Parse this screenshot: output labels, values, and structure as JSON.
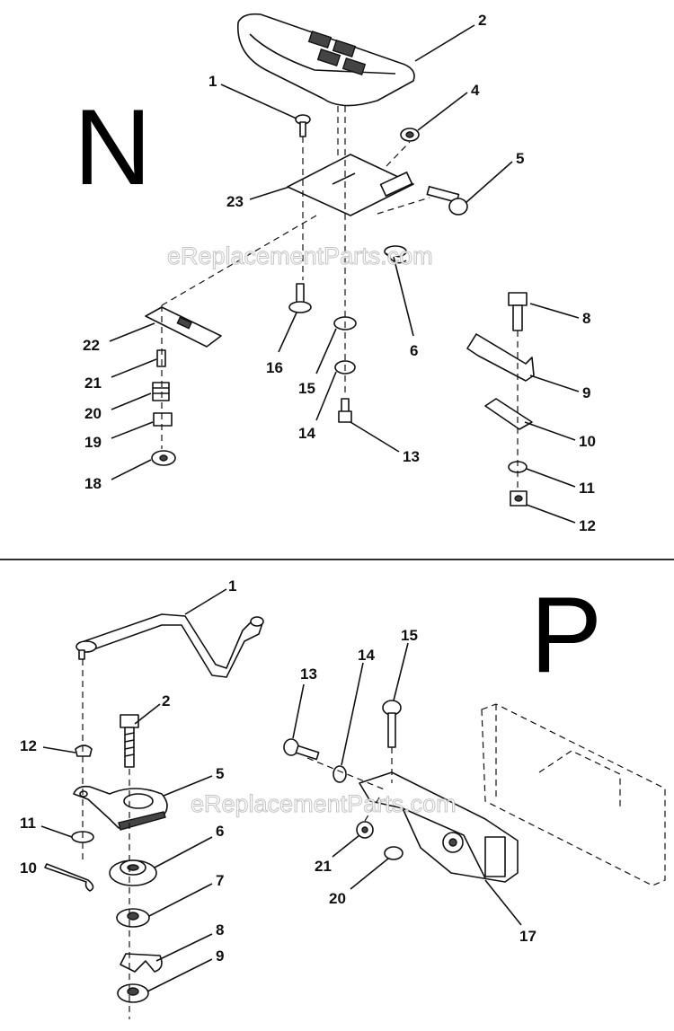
{
  "sections": [
    {
      "letter": "N",
      "parts": [
        {
          "id": "n1",
          "label": "1"
        },
        {
          "id": "n2",
          "label": "2"
        },
        {
          "id": "n4",
          "label": "4"
        },
        {
          "id": "n5",
          "label": "5"
        },
        {
          "id": "n6",
          "label": "6"
        },
        {
          "id": "n8",
          "label": "8"
        },
        {
          "id": "n9",
          "label": "9"
        },
        {
          "id": "n10",
          "label": "10"
        },
        {
          "id": "n11",
          "label": "11"
        },
        {
          "id": "n12",
          "label": "12"
        },
        {
          "id": "n13",
          "label": "13"
        },
        {
          "id": "n14",
          "label": "14"
        },
        {
          "id": "n15",
          "label": "15"
        },
        {
          "id": "n16",
          "label": "16"
        },
        {
          "id": "n18",
          "label": "18"
        },
        {
          "id": "n19",
          "label": "19"
        },
        {
          "id": "n20",
          "label": "20"
        },
        {
          "id": "n21",
          "label": "21"
        },
        {
          "id": "n22",
          "label": "22"
        },
        {
          "id": "n23",
          "label": "23"
        }
      ]
    },
    {
      "letter": "P",
      "parts": [
        {
          "id": "p1",
          "label": "1"
        },
        {
          "id": "p2",
          "label": "2"
        },
        {
          "id": "p5",
          "label": "5"
        },
        {
          "id": "p6",
          "label": "6"
        },
        {
          "id": "p7",
          "label": "7"
        },
        {
          "id": "p8",
          "label": "8"
        },
        {
          "id": "p9",
          "label": "9"
        },
        {
          "id": "p10",
          "label": "10"
        },
        {
          "id": "p11",
          "label": "11"
        },
        {
          "id": "p12",
          "label": "12"
        },
        {
          "id": "p13",
          "label": "13"
        },
        {
          "id": "p14",
          "label": "14"
        },
        {
          "id": "p15",
          "label": "15"
        },
        {
          "id": "p17",
          "label": "17"
        },
        {
          "id": "p20",
          "label": "20"
        },
        {
          "id": "p21",
          "label": "21"
        }
      ]
    }
  ],
  "watermark": "eReplacementParts.com"
}
